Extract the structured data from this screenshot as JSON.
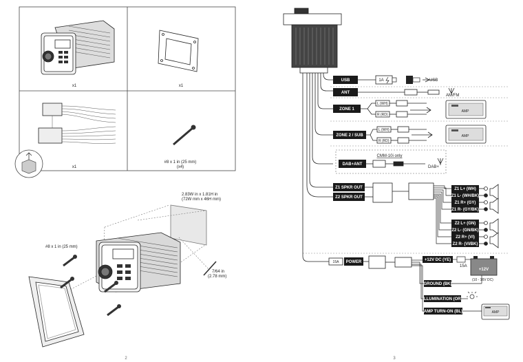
{
  "left_page": {
    "box_contents": {
      "head_unit_qty": "x1",
      "mount_plate_qty": "x1",
      "harness_qty": "x1",
      "screw_size": "#8 x 1 in (25 mm)",
      "screw_qty": "(x4)"
    },
    "install": {
      "dimensions_line1": "2.83W in x 1.81H in",
      "dimensions_line2": "(72W mm x 46H mm)",
      "screw_label": "#8 x 1 in (25 mm)",
      "drill_line1": "7/64 in",
      "drill_line2": "(2.78 mm)"
    },
    "page_number": "2"
  },
  "right_page": {
    "connectors": {
      "usb": "USB",
      "usb_fuse": "1A",
      "usb_device": "USB",
      "ant": "ANT",
      "am_fm": "AM/FM",
      "zone1": "ZONE 1",
      "zone2": "ZONE 2 / SUB",
      "l_wh": "L (WH)",
      "r_rd": "R (RD)",
      "amp": "AMP",
      "model_note": "CMM-10i only",
      "dab_ant": "DAB+ANT",
      "dab_label": "DAB+",
      "z1_spkr_out": "Z1 SPKR OUT",
      "z2_spkr_out": "Z2 SPKR OUT",
      "power": "POWER",
      "fuse_15a": "15A",
      "fuse_15a_right": "15A"
    },
    "speaker_wires": [
      {
        "label": "Z1 L+ (WH)"
      },
      {
        "label": "Z1 L- (WH/BK)"
      },
      {
        "label": "Z1 R+ (GY)"
      },
      {
        "label": "Z1 R- (GY/BK)"
      },
      {
        "label": "Z2 L+ (GN)"
      },
      {
        "label": "Z2 L- (GN/BK)"
      },
      {
        "label": "Z2 R+ (VI)"
      },
      {
        "label": "Z2 R- (VI/BK)"
      }
    ],
    "power_wires": {
      "batt": "+12V DC (YE)",
      "battery_label": "+12V",
      "battery_range": "(10 - 16V DC)",
      "ground": "GROUND (BK)",
      "illumination": "ILLUMINATION (OR)",
      "amp_turn_on": "AMP TURN-ON (BL)",
      "amp": "AMP"
    },
    "page_number": "3"
  },
  "colors": {
    "line": "#222222",
    "label_fill": "#1a1a1a",
    "label_text": "#ffffff",
    "grid": "#444444"
  }
}
